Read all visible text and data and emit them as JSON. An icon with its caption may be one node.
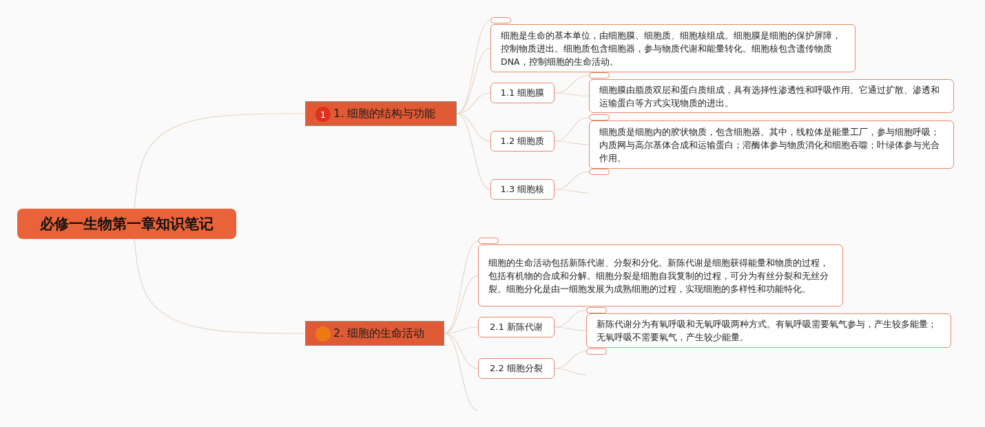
{
  "diagram": {
    "nodes": [
      {
        "text": [
          "必修一生物第一章知识笔记"
        ]
      },
      {
        "text": [
          "1",
          "1. 细胞的结构与功能"
        ]
      },
      {
        "text": [],
        "shape": "box"
      },
      {
        "text": [
          "细胞是生命的基本单位，由细胞膜、细胞质、细胞核组成。细胞膜是细胞的保护屏障，控制物质进出。细胞质包含细胞器，参与物质代谢和能量转化。细胞核包含遗传物质DNA，控制细胞的生命活动。"
        ]
      },
      {
        "text": [
          "1.1 细胞膜"
        ]
      },
      {
        "text": [],
        "shape": "box"
      },
      {
        "text": [
          "细胞膜由脂质双层和蛋白质组成，具有选择性渗透性和呼吸作用。它通过扩散、渗透和运输蛋白等方式实现物质的进出。"
        ]
      },
      {
        "text": [
          "1.2 细胞质"
        ]
      },
      {
        "text": [],
        "shape": "box"
      },
      {
        "text": [
          "细胞质是细胞内的胶状物质，包含细胞器。其中，线粒体是能量工厂，参与细胞呼吸；内质网与高尔基体合成和运输蛋白；溶酶体参与物质消化和细胞吞噬；叶绿体参与光合作用。"
        ]
      },
      {
        "text": [
          "1.3 细胞核"
        ]
      },
      {
        "text": [],
        "shape": "box"
      },
      {
        "text": [
          "2. 细胞的生命活动"
        ]
      },
      {
        "text": [],
        "shape": "box"
      },
      {
        "text": [
          "细胞的生命活动包括新陈代谢、分裂和分化。新陈代谢是细胞获得能量和物质的过程，包括有机物的合成和分解。细胞分裂是细胞自我复制的过程，可分为有丝分裂和无丝分裂。细胞分化是由一细胞发展为成熟细胞的过程，实现细胞的多样性和功能特化。"
        ]
      },
      {
        "text": [
          "2.1 新陈代谢"
        ]
      },
      {
        "text": [],
        "shape": "box"
      },
      {
        "text": [
          "新陈代谢分为有氧呼吸和无氧呼吸两种方式。有氧呼吸需要氧气参与，产生较多能量；无氧呼吸不需要氧气，产生较少能量。"
        ]
      },
      {
        "text": [
          "2.2 细胞分裂"
        ]
      },
      {
        "text": [],
        "shape": "box"
      }
    ],
    "edges": [
      {
        "from": 0,
        "to": 1,
        "arrow": "none"
      },
      {
        "from": 0,
        "to": 12,
        "arrow": "none"
      },
      {
        "from": 1,
        "to": 2,
        "arrow": "none"
      },
      {
        "from": 1,
        "to": 3,
        "arrow": "none"
      },
      {
        "from": 1,
        "to": 4,
        "arrow": "none"
      },
      {
        "from": 1,
        "to": 7,
        "arrow": "none"
      },
      {
        "from": 1,
        "to": 10,
        "arrow": "none"
      },
      {
        "from": 4,
        "to": 5,
        "arrow": "none"
      },
      {
        "from": 4,
        "to": 6,
        "arrow": "none"
      },
      {
        "from": 7,
        "to": 8,
        "arrow": "none"
      },
      {
        "from": 7,
        "to": 9,
        "arrow": "none"
      },
      {
        "from": 10,
        "to": 11,
        "arrow": "none"
      },
      {
        "from": 10,
        "to": null,
        "arrow": "none"
      },
      {
        "from": 12,
        "to": 13,
        "arrow": "none"
      },
      {
        "from": 12,
        "to": 14,
        "arrow": "none"
      },
      {
        "from": 12,
        "to": 15,
        "arrow": "none"
      },
      {
        "from": 12,
        "to": 18,
        "arrow": "none"
      },
      {
        "from": 12,
        "to": null,
        "arrow": "none"
      },
      {
        "from": 15,
        "to": 16,
        "arrow": "none"
      },
      {
        "from": 15,
        "to": 17,
        "arrow": "none"
      },
      {
        "from": 18,
        "to": 19,
        "arrow": "none"
      },
      {
        "from": 18,
        "to": null,
        "arrow": "none"
      }
    ]
  }
}
